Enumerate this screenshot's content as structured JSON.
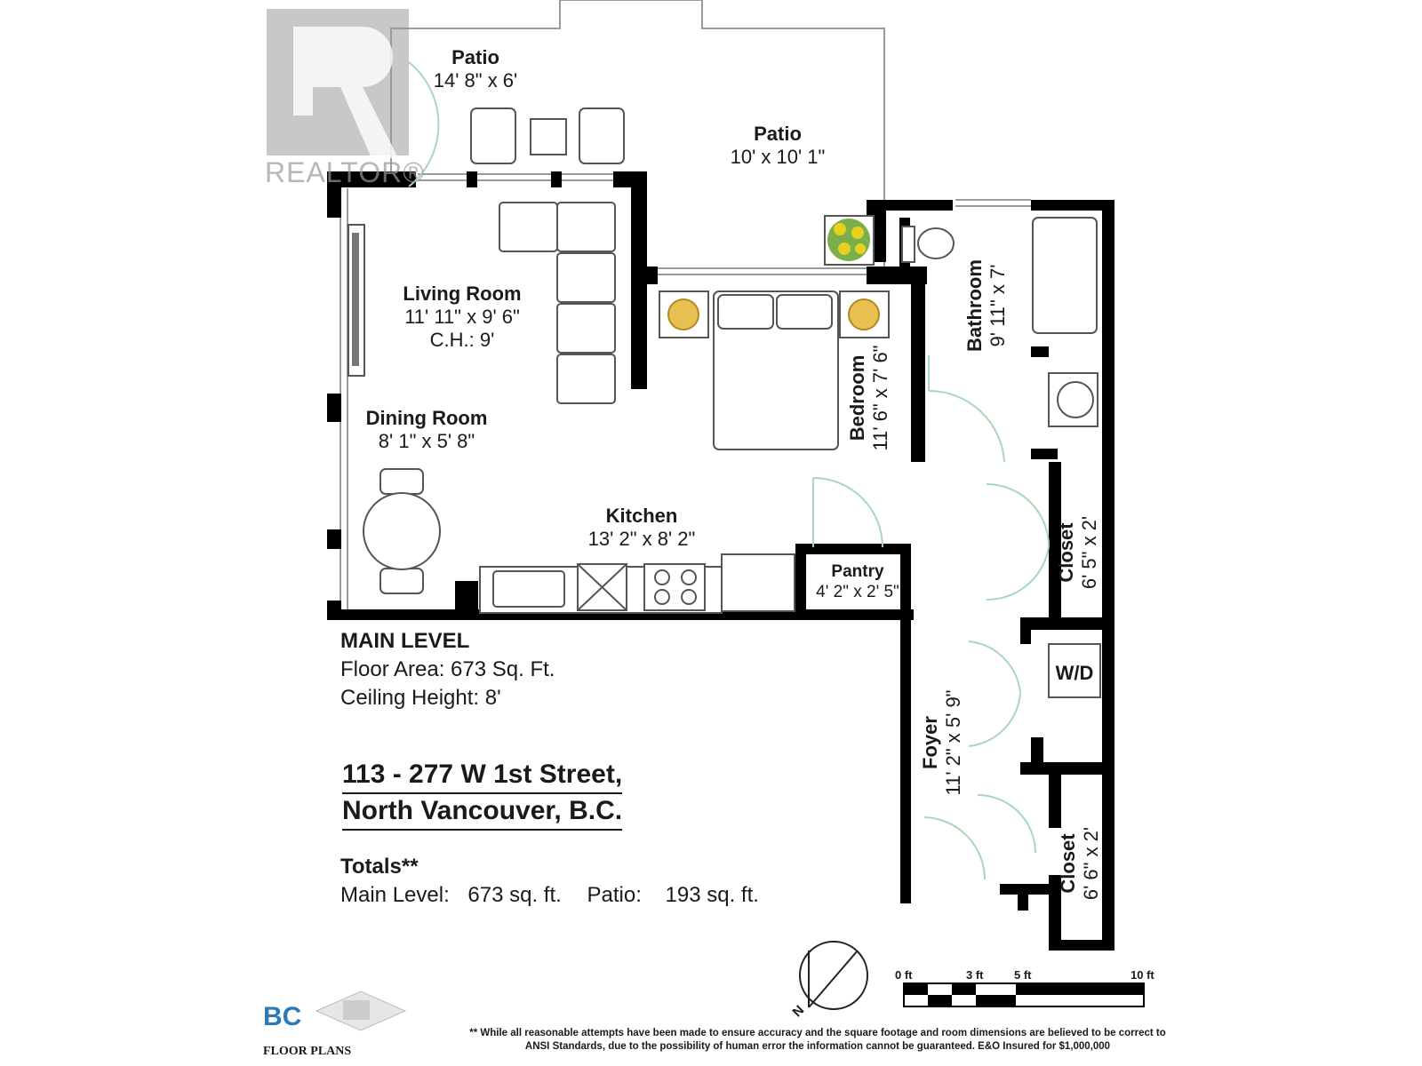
{
  "rooms": {
    "patio_small": {
      "name": "Patio",
      "dims": "14' 8\" x 6'"
    },
    "patio_large": {
      "name": "Patio",
      "dims": "10' x 10' 1\""
    },
    "living_room": {
      "name": "Living Room",
      "dims": "11' 11\" x 9' 6\"",
      "extra": "C.H.: 9'"
    },
    "dining_room": {
      "name": "Dining Room",
      "dims": "8' 1\" x 5' 8\""
    },
    "kitchen": {
      "name": "Kitchen",
      "dims": "13' 2\" x 8' 2\""
    },
    "pantry": {
      "name": "Pantry",
      "dims": "4' 2\" x 2' 5\""
    },
    "bedroom": {
      "name": "Bedroom",
      "dims": "11' 6\" x 7' 6\""
    },
    "bathroom": {
      "name": "Bathroom",
      "dims": "9' 11\" x 7'"
    },
    "closet_upper": {
      "name": "Closet",
      "dims": "6' 5\" x 2'"
    },
    "closet_lower": {
      "name": "Closet",
      "dims": "6' 6\" x 2'"
    },
    "wd": {
      "name": "W/D"
    },
    "foyer": {
      "name": "Foyer",
      "dims": "11' 2\" x 5' 9\""
    }
  },
  "level": {
    "title": "MAIN LEVEL",
    "floor_area": "Floor Area: 673 Sq. Ft.",
    "ceiling_height": "Ceiling Height: 8'"
  },
  "address": {
    "line1": "113 - 277 W 1st Street,",
    "line2": "North Vancouver, B.C."
  },
  "totals": {
    "title": "Totals**",
    "main_label": "Main Level:",
    "main_value": "673 sq. ft.",
    "patio_label": "Patio:",
    "patio_value": "193 sq. ft."
  },
  "scale": {
    "marks": [
      "0 ft",
      "3 ft",
      "5 ft",
      "10 ft"
    ]
  },
  "compass": {
    "north": "N"
  },
  "logos": {
    "realtor": "REALTOR®",
    "bc": "BC",
    "bc_sub": "FLOOR PLANS"
  },
  "disclaimer": "** While all reasonable attempts have been made to ensure accuracy and the square footage and room dimensions are believed to be correct to ANSI Standards, due to the possibility of human error the information cannot be guaranteed. E&O Insured for $1,000,000",
  "colors": {
    "wall": "#000000",
    "line": "#9a9a9a",
    "door": "#a8d8b8",
    "flower": "#e8d020"
  }
}
